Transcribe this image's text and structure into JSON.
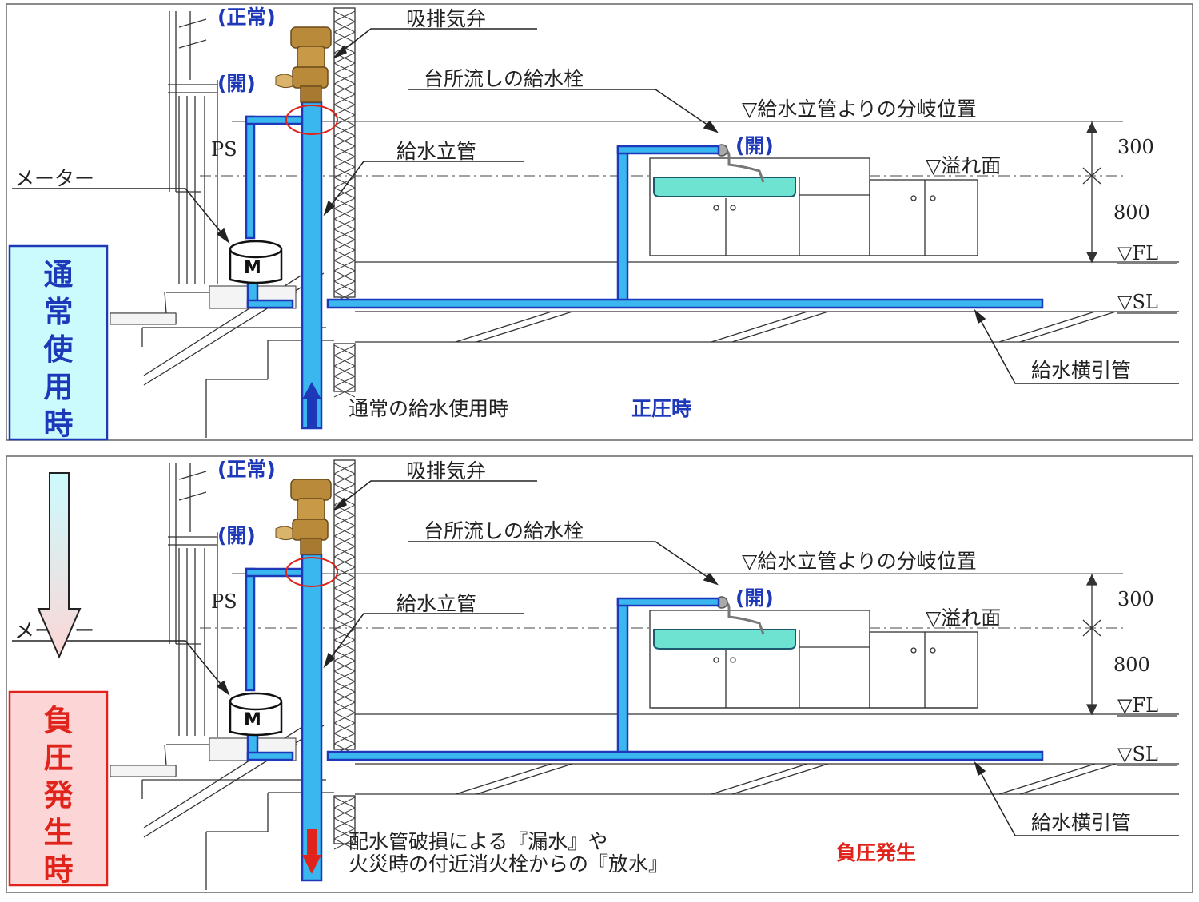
{
  "panels": [
    {
      "mode": "normal",
      "side_label": "通常使用時",
      "side_color": "#1d38b8",
      "side_bg": "#ccfbfd",
      "labels": {
        "status_normal": "(正常)",
        "status_open": "(開)",
        "air_valve": "吸排気弁",
        "kitchen_tap": "台所流しの給水栓",
        "branch_position": "▽給水立管よりの分岐位置",
        "ps": "PS",
        "riser": "給水立管",
        "tap_open": "(開)",
        "overflow": "▽溢れ面",
        "meter": "メーター",
        "meter_symbol": "M",
        "dim_300": "300",
        "dim_800": "800",
        "fl": "▽FL",
        "sl": "▽SL",
        "horizontal_pipe": "給水横引管"
      },
      "caption_lines": [
        "通常の給水使用時"
      ],
      "pressure_label": "正圧時",
      "pressure_color": "#1d38b8",
      "flow_direction": "up",
      "flow_color": "#1d38b8"
    },
    {
      "mode": "negative",
      "side_label": "負圧発生時",
      "side_color": "#e0241b",
      "side_bg": "#fcd6d6",
      "labels": {
        "status_normal": "(正常)",
        "status_open": "(開)",
        "air_valve": "吸排気弁",
        "kitchen_tap": "台所流しの給水栓",
        "branch_position": "▽給水立管よりの分岐位置",
        "ps": "PS",
        "riser": "給水立管",
        "tap_open": "(開)",
        "overflow": "▽溢れ面",
        "meter": "メーター",
        "meter_symbol": "M",
        "dim_300": "300",
        "dim_800": "800",
        "fl": "▽FL",
        "sl": "▽SL",
        "horizontal_pipe": "給水横引管"
      },
      "caption_lines": [
        "配水管破損による『漏水』や",
        "火災時の付近消火栓からの『放水』"
      ],
      "pressure_label": "負圧発生",
      "pressure_color": "#e0241b",
      "flow_direction": "down",
      "flow_color": "#e0241b"
    }
  ],
  "colors": {
    "pipe_fill": "#3ab7ee",
    "pipe_stroke": "#1d38b8",
    "water": "#6fe3d2",
    "valve": "#b98a3a",
    "marker_circle": "#e0241b"
  }
}
